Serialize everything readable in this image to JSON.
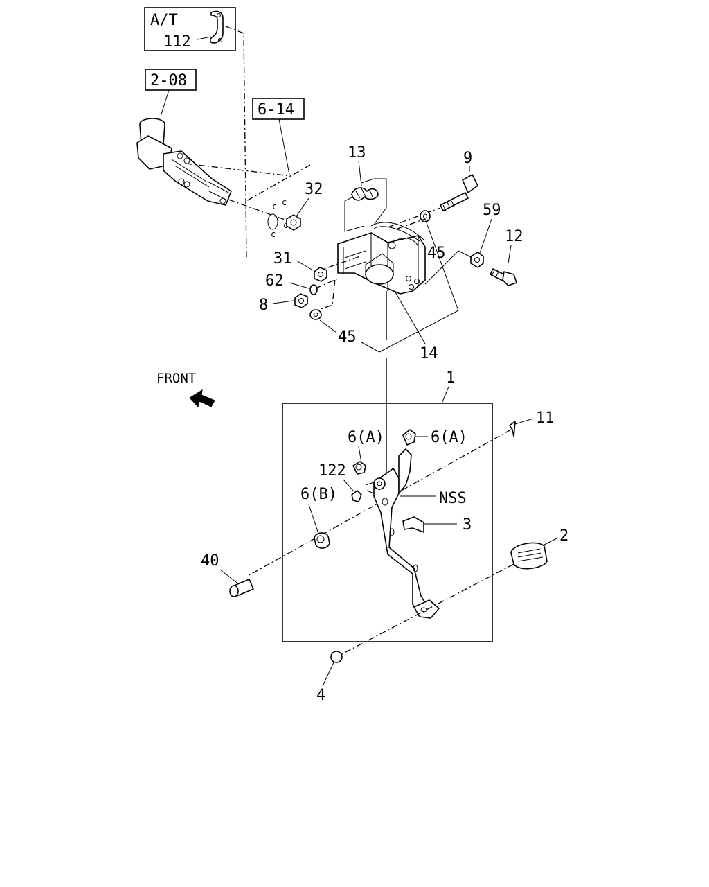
{
  "refs": {
    "at_label": "A/T",
    "r2_08": "2-08",
    "r6_14": "6-14"
  },
  "front_label": "FRONT",
  "callouts": {
    "c112": "112",
    "c13": "13",
    "c9": "9",
    "c32": "32",
    "c59": "59",
    "c12": "12",
    "c45a": "45",
    "c31": "31",
    "c62": "62",
    "c8": "8",
    "c45b": "45",
    "c14": "14",
    "c1": "1",
    "c11": "11",
    "c6a1": "6(A)",
    "c6a2": "6(A)",
    "c122": "122",
    "c6b": "6(B)",
    "cnss": "NSS",
    "c3": "3",
    "c2": "2",
    "c40": "40",
    "c4": "4"
  },
  "colors": {
    "ink": "#000000",
    "paper": "#ffffff"
  }
}
